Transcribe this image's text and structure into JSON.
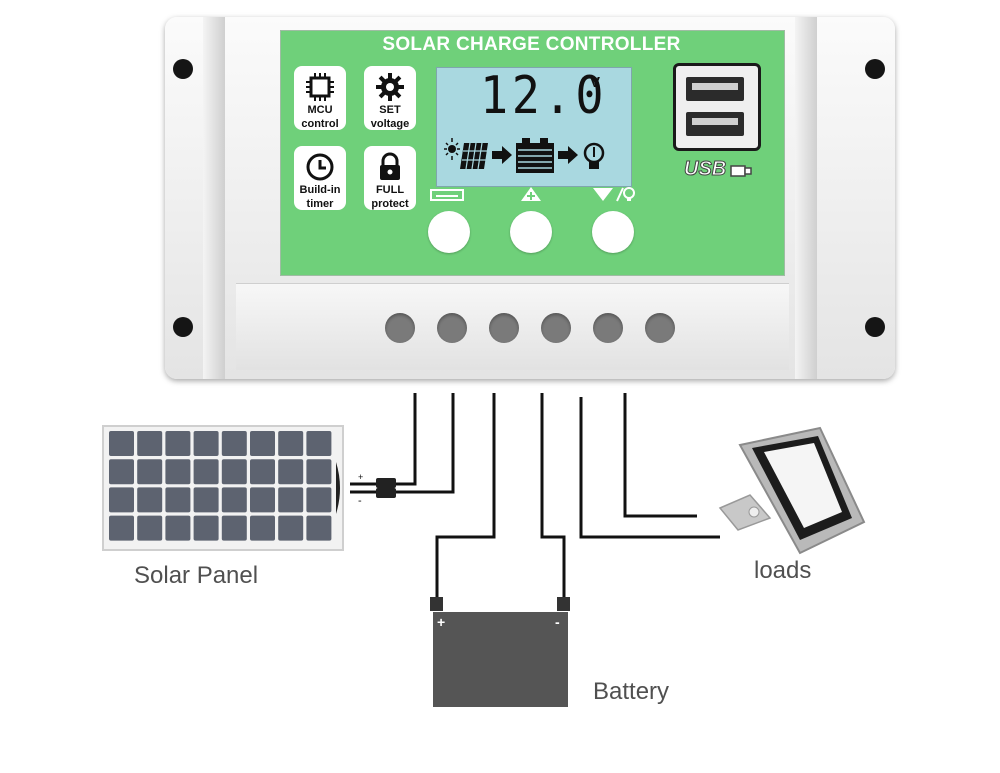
{
  "controller": {
    "title": "SOLAR CHARGE CONTROLLER",
    "features": [
      {
        "icon": "chip-icon",
        "label_line1": "MCU",
        "label_line2": "control"
      },
      {
        "icon": "gear-icon",
        "label_line1": "SET",
        "label_line2": "voltage"
      },
      {
        "icon": "clock-icon",
        "label_line1": "Build-in",
        "label_line2": "timer"
      },
      {
        "icon": "lock-icon",
        "label_line1": "FULL",
        "label_line2": "protect"
      }
    ],
    "lcd": {
      "value": "12.0",
      "unit": "V"
    },
    "usb_label": "USB"
  },
  "labels": {
    "solar_panel": "Solar Panel",
    "battery": "Battery",
    "loads": "loads"
  },
  "colors": {
    "face_green": "#6fd07a",
    "lcd_blue": "#a9d8e0",
    "battery_gray": "#555555",
    "panel_cell": "#5d6370"
  }
}
